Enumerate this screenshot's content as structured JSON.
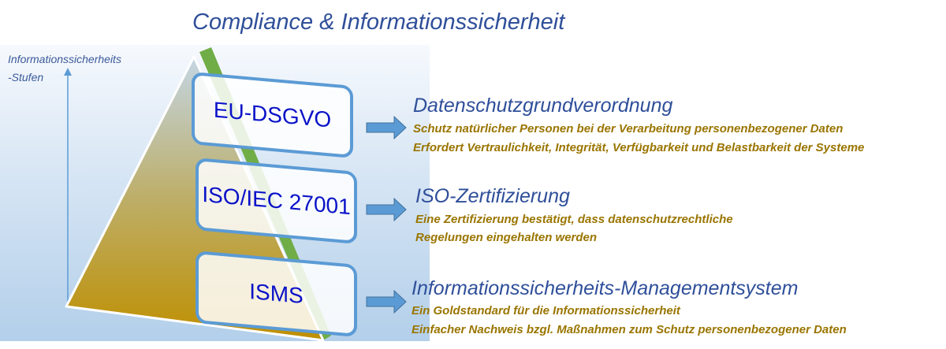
{
  "title": "Compliance & Informationssicherheit",
  "axis_label": [
    "Informationssicherheits",
    "-Stufen"
  ],
  "levels": [
    {
      "label": "EU-DSGVO",
      "heading": "Datenschutzgrundverordnung",
      "lines": [
        "Schutz natürlicher Personen bei der Verarbeitung personenbezogener Daten",
        "Erfordert Vertraulichkeit, Integrität, Verfügbarkeit und Belastbarkeit der Systeme"
      ]
    },
    {
      "label": "ISO/IEC 27001",
      "heading": "ISO-Zertifizierung",
      "lines": [
        "Eine Zertifizierung bestätigt, dass datenschutzrechtliche",
        "Regelungen eingehalten werden"
      ]
    },
    {
      "label": "ISMS",
      "heading": "Informationssicherheits-Managementsystem",
      "lines": [
        "Ein Goldstandard für die Informationssicherheit",
        "Einfacher Nachweis bzgl. Maßnahmen zum Schutz personenbezogener Daten"
      ]
    }
  ],
  "colors": {
    "heading": "#2f4f9a",
    "description": "#9a7500",
    "box_border": "#5b9bd5",
    "stripe": "#70ad47",
    "pyramid_base": "#bf8f00"
  }
}
